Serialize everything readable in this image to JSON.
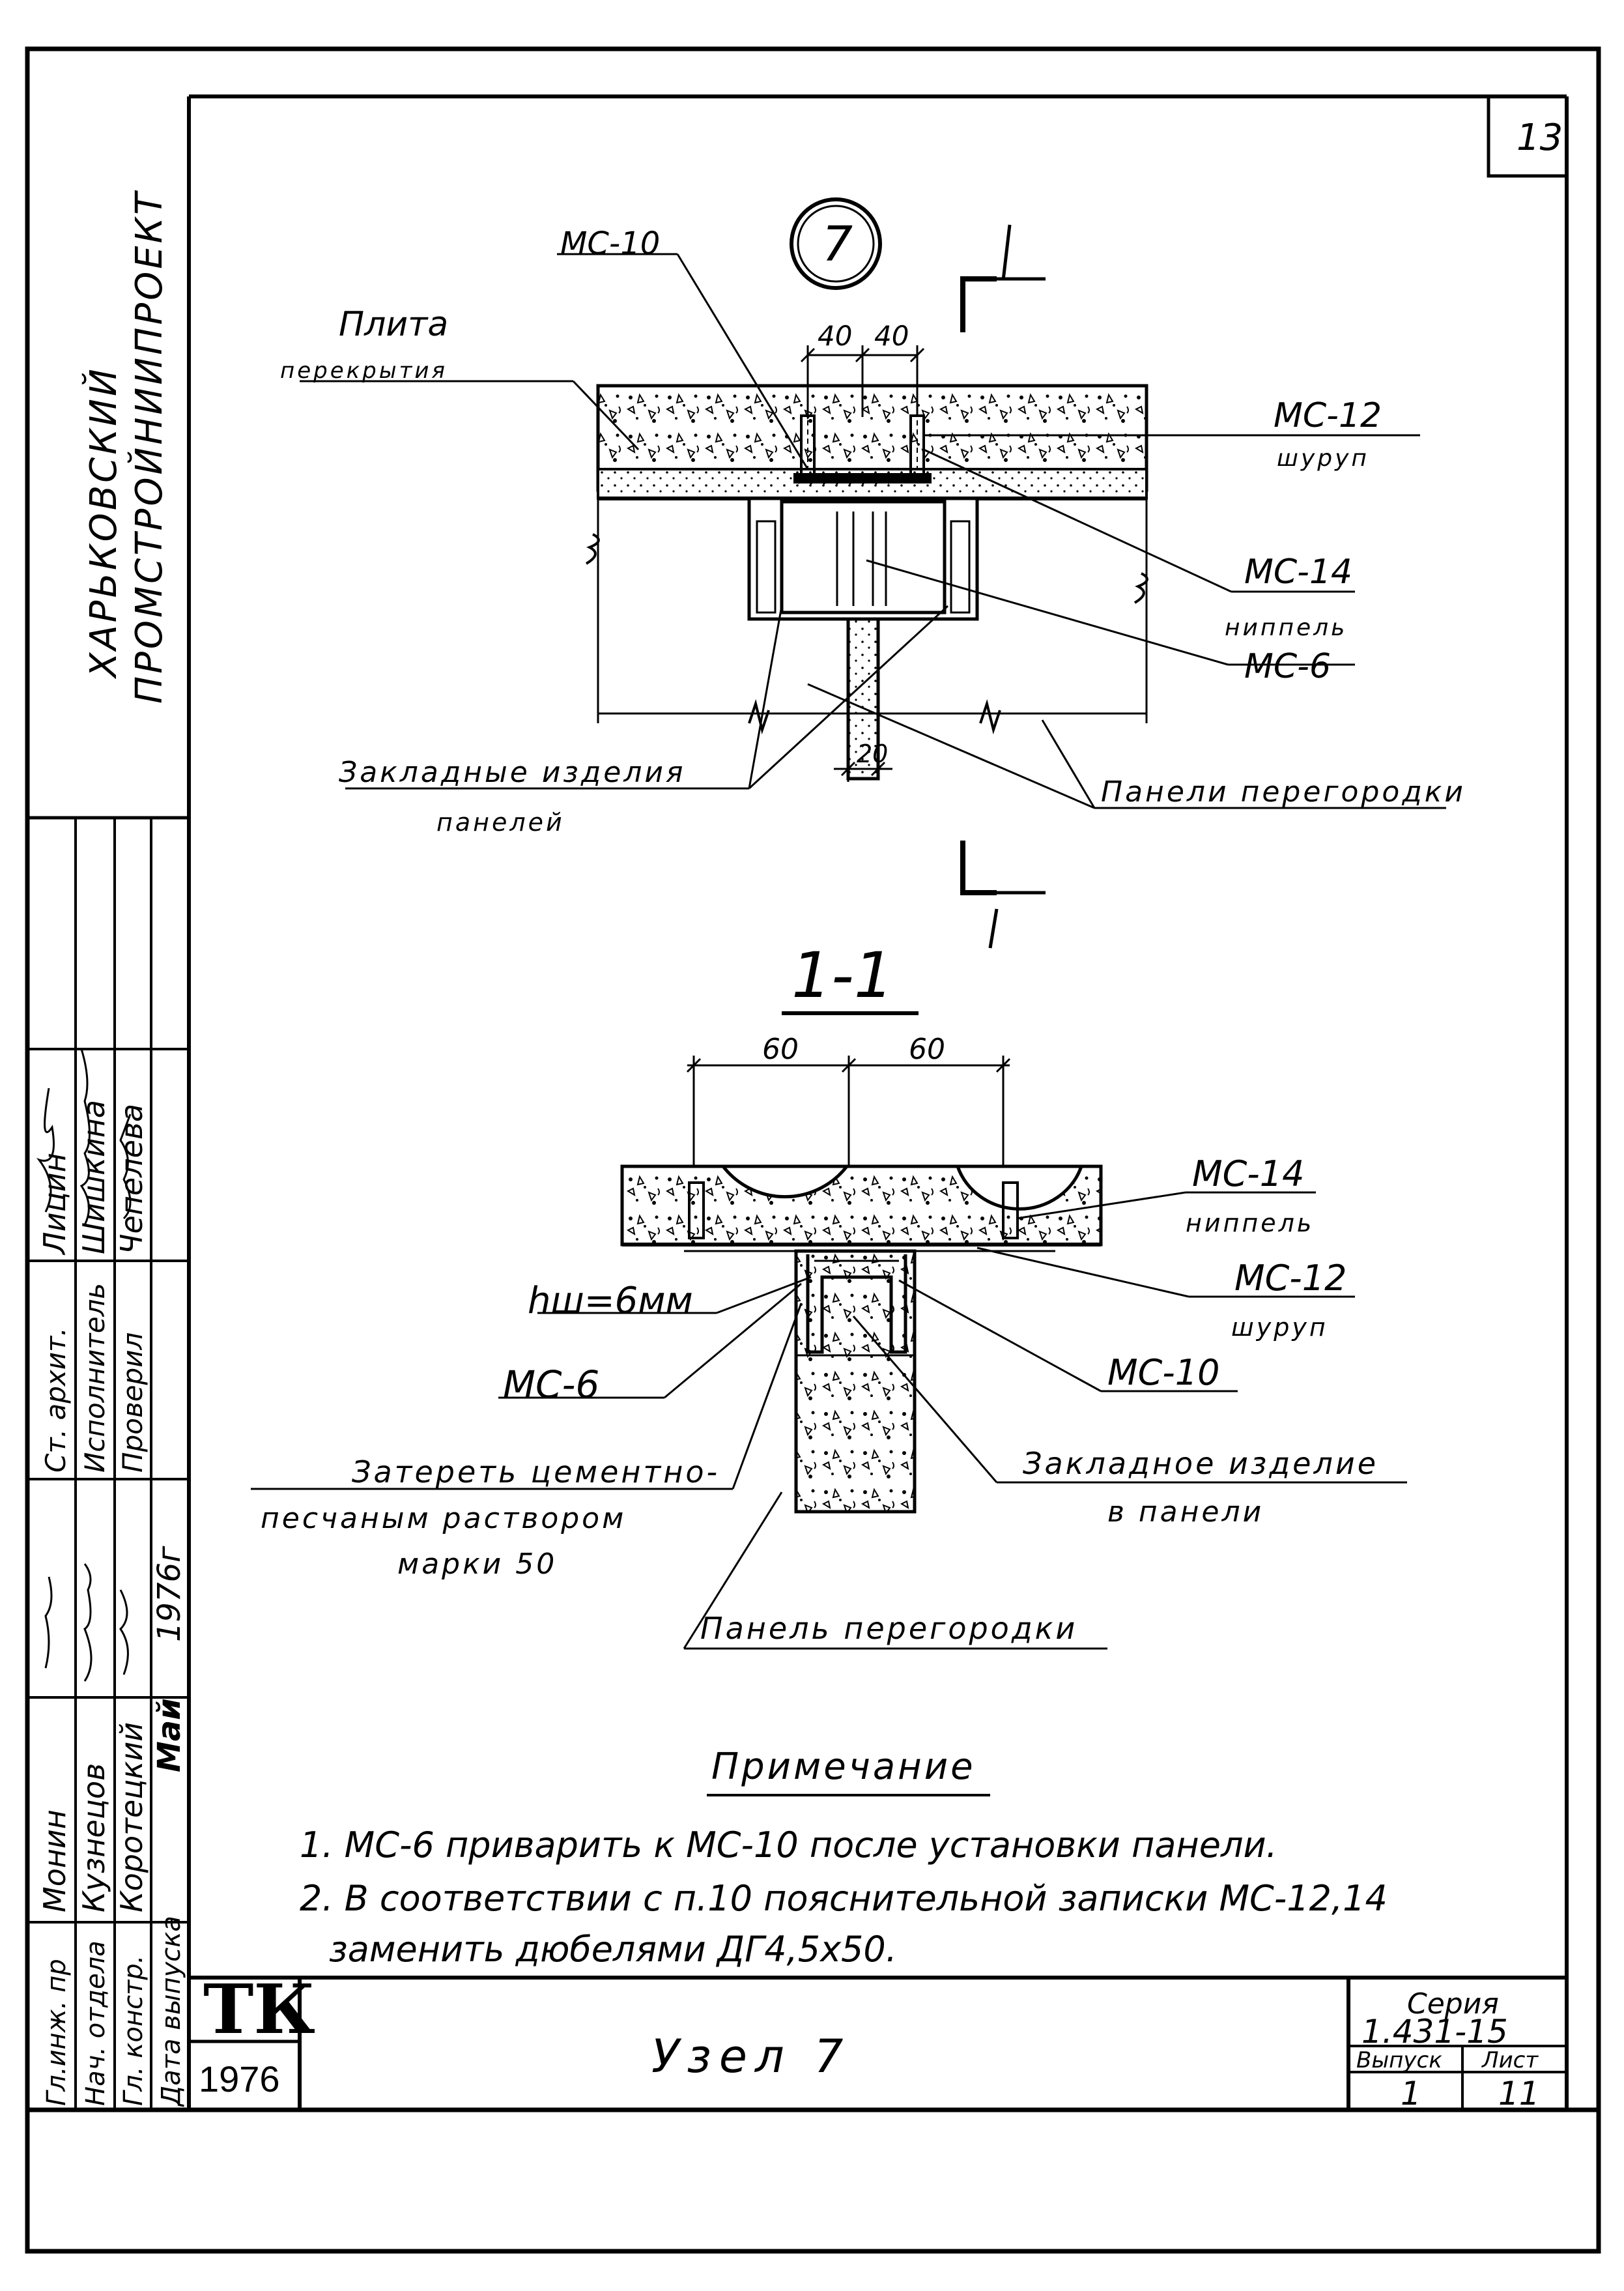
{
  "sheet": {
    "sheet_number": "13",
    "node_marker": "7",
    "section_mark": "1",
    "section_title": "1-1"
  },
  "side_stamp": {
    "organization_line1": "ХАРЬКОВСКИЙ",
    "organization_line2": "ПРОМСТРОЙНИИПРОЕКТ",
    "roles": [
      {
        "role": "Гл.инж. пр",
        "name": "Монин"
      },
      {
        "role": "Нач. отдела",
        "name": "Кузнецов"
      },
      {
        "role": "Гл. констр.",
        "name": "Коротецкий"
      },
      {
        "role": "Дата выпуска",
        "name": "Май"
      },
      {
        "role": "Ст. архит.",
        "name": "Лицин"
      },
      {
        "role": "Исполнитель",
        "name": "Шишкина"
      },
      {
        "role": "Проверил",
        "name": "Чепелева"
      }
    ],
    "date_year": "1976г"
  },
  "plan_view": {
    "labels": {
      "mc10": "МС-10",
      "slab_line1": "Плита",
      "slab_line2": "перекрытия",
      "mc12": "МС-12",
      "screw": "шуруп",
      "mc14": "МС-14",
      "nipple": "ниппель",
      "mc6": "МС-6",
      "embedded_line1": "Закладные изделия",
      "embedded_line2": "панелей",
      "partition_panels": "Панели перегородки"
    },
    "dimensions": {
      "d1": "40",
      "d2": "40",
      "d3": "20"
    }
  },
  "section_view": {
    "labels": {
      "mc14": "МС-14",
      "nipple": "ниппель",
      "weld": "hш=6мм",
      "mc12": "МС-12",
      "screw": "шуруп",
      "mc6": "МС-6",
      "mc10": "МС-10",
      "grout_line1": "Затереть цементно-",
      "grout_line2": "песчаным раствором",
      "grout_line3": "марки 50",
      "embedded_line1": "Закладное изделие",
      "embedded_line2": "в панели",
      "partition_panel": "Панель перегородки"
    },
    "dimensions": {
      "d1": "60",
      "d2": "60"
    }
  },
  "notes": {
    "title": "Примечание",
    "items": [
      "1. МС-6 приварить к МС-10 после установки панели.",
      "2. В соответствии с п.10 пояснительной записки МС-12,14",
      "заменить дюбелями ДГ4,5х50."
    ]
  },
  "title_block": {
    "logo": "ТК",
    "year": "1976",
    "title": "Узел 7",
    "series_label": "Серия",
    "series_value": "1.431-15",
    "issue_label": "Выпуск",
    "issue_value": "1",
    "sheet_label": "Лист",
    "sheet_value": "11"
  }
}
